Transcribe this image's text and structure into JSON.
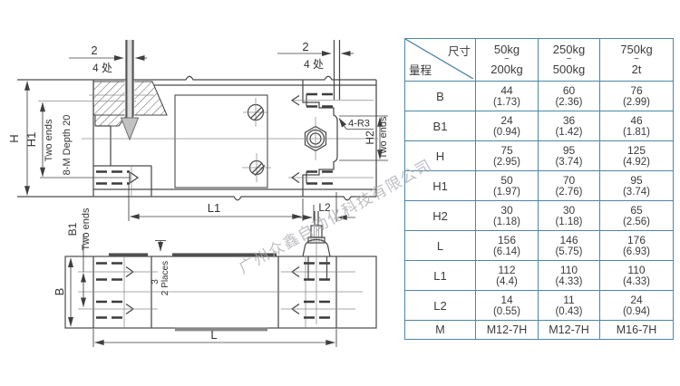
{
  "table": {
    "corner": {
      "top_right": "尺寸",
      "bottom_left": "量程"
    },
    "capacity_columns": [
      {
        "from": "50kg",
        "tilde": "~",
        "to": "200kg"
      },
      {
        "from": "250kg",
        "tilde": "~",
        "to": "500kg"
      },
      {
        "from": "750kg",
        "tilde": "~",
        "to": "2t"
      }
    ],
    "rows": [
      {
        "label": "B",
        "v": [
          [
            "44",
            "(1.73)"
          ],
          [
            "60",
            "(2.36)"
          ],
          [
            "76",
            "(2.99)"
          ]
        ]
      },
      {
        "label": "B1",
        "v": [
          [
            "24",
            "(0.94)"
          ],
          [
            "36",
            "(1.42)"
          ],
          [
            "46",
            "(1.81)"
          ]
        ]
      },
      {
        "label": "H",
        "v": [
          [
            "75",
            "(2.95)"
          ],
          [
            "95",
            "(3.74)"
          ],
          [
            "125",
            "(4.92)"
          ]
        ]
      },
      {
        "label": "H1",
        "v": [
          [
            "50",
            "(1.97)"
          ],
          [
            "70",
            "(2.76)"
          ],
          [
            "95",
            "(3.74)"
          ]
        ]
      },
      {
        "label": "H2",
        "v": [
          [
            "30",
            "(1.18)"
          ],
          [
            "30",
            "(1.18)"
          ],
          [
            "65",
            "(2.56)"
          ]
        ]
      },
      {
        "label": "L",
        "v": [
          [
            "156",
            "(6.14)"
          ],
          [
            "146",
            "(5.75)"
          ],
          [
            "176",
            "(6.93)"
          ]
        ]
      },
      {
        "label": "L1",
        "v": [
          [
            "112",
            "(4.4)"
          ],
          [
            "110",
            "(4.33)"
          ],
          [
            "110",
            "(4.33)"
          ]
        ]
      },
      {
        "label": "L2",
        "v": [
          [
            "14",
            "(0.55)"
          ],
          [
            "11",
            "(0.43)"
          ],
          [
            "24",
            "(0.94)"
          ]
        ]
      },
      {
        "label": "M",
        "v": [
          [
            "M12-7H"
          ],
          [
            "M12-7H"
          ],
          [
            "M16-7H"
          ]
        ]
      }
    ]
  },
  "drawing": {
    "top_view": {
      "dim_2_left": "2",
      "note_left": "4 处",
      "dim_2_right": "2",
      "note_right": "4 处",
      "dim_h": "H",
      "dim_h1": "H1",
      "two_ends_left": "Two ends",
      "thread_callout": "8-M Depth 20",
      "fillet_callout": "4-R3",
      "dim_h2": "H2",
      "two_ends_right": "Two ends",
      "dim_l1": "L1",
      "dim_l2": "L2"
    },
    "bottom_view": {
      "dim_b": "B",
      "dim_b1": "B1",
      "two_ends": "Two ends",
      "pad_thickness": "3",
      "pad_places": "2 Places",
      "dim_l": "L"
    }
  },
  "watermark": {
    "text": "广州众鑫自动化科技有限公司"
  },
  "colors": {
    "table_border": "#4c86a6",
    "drawing_line": "#4a4a4a",
    "text": "#3a3a3a",
    "watermark": "#aeaeb4",
    "pad_dark": "#4e4e4e",
    "pad_light": "#878787"
  }
}
